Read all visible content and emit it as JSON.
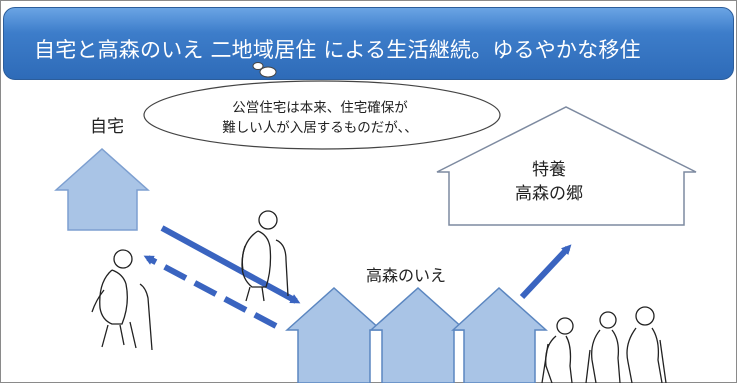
{
  "title": "自宅と高森のいえ  二地域居住  による生活継続。ゆるやかな移住",
  "labels": {
    "home": "自宅",
    "tanomori_house": "高森のいえ",
    "tokuyo_line1": "特養",
    "tokuyo_line2": "高森の郷"
  },
  "speech_bubble": {
    "line1": "公営住宅は本来、住宅確保が",
    "line2": "難しい人が入居するものだが、、"
  },
  "colors": {
    "title_bar": "#3d7dca",
    "house_fill": "#a9c4e6",
    "house_stroke": "#5b86c0",
    "arrow": "#3a64c0"
  }
}
